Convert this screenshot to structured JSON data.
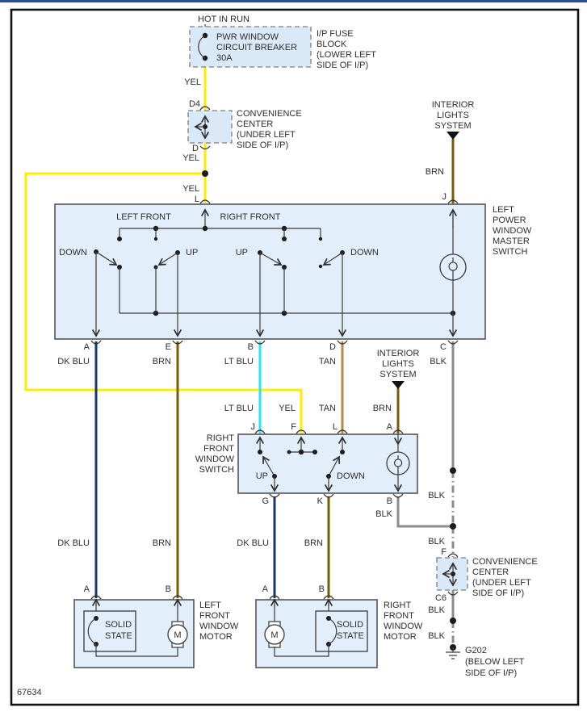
{
  "page": {
    "diagram_number": "67634"
  },
  "colors": {
    "box_fill": "#e3eefb",
    "dash_box_fill": "#d9e9f8",
    "yel": "#ffec00",
    "brn": "#7a5c04",
    "dk_blu": "#1b3570",
    "lt_blu": "#29e2fb",
    "tan": "#b08d4a",
    "blk": "#8c8c8c"
  },
  "labels": {
    "hot_in_run": "HOT IN RUN",
    "fuse_block": {
      "breaker": [
        "PWR WINDOW",
        "CIRCUIT BREAKER",
        "30A"
      ],
      "name": [
        "I/P FUSE",
        "BLOCK",
        "(LOWER LEFT",
        "SIDE OF I/P)"
      ]
    },
    "conv_center": {
      "name": [
        "CONVENIENCE",
        "CENTER",
        "(UNDER LEFT",
        "SIDE OF I/P)"
      ]
    },
    "interior_lights": [
      "INTERIOR",
      "LIGHTS",
      "SYSTEM"
    ],
    "master_switch": {
      "name": [
        "LEFT",
        "POWER",
        "WINDOW",
        "MASTER",
        "SWITCH"
      ],
      "left_front": "LEFT FRONT",
      "right_front": "RIGHT FRONT",
      "down": "DOWN",
      "up": "UP"
    },
    "rfws": {
      "name": [
        "RIGHT",
        "FRONT",
        "WINDOW",
        "SWITCH"
      ],
      "up": "UP",
      "down": "DOWN"
    },
    "left_motor": {
      "name": [
        "LEFT",
        "FRONT",
        "WINDOW",
        "MOTOR"
      ]
    },
    "right_motor": {
      "name": [
        "RIGHT",
        "FRONT",
        "WINDOW",
        "MOTOR"
      ]
    },
    "solid_state": [
      "SOLID",
      "STATE"
    ],
    "motor_m": "M",
    "ground": {
      "id": "G202",
      "loc": [
        "(BELOW LEFT",
        "SIDE OF I/P)"
      ]
    },
    "wire": {
      "yel": "YEL",
      "brn": "BRN",
      "dk_blu": "DK BLU",
      "lt_blu": "LT BLU",
      "tan": "TAN",
      "blk": "BLK"
    },
    "terminals": {
      "d4": "D4",
      "d": "D",
      "l": "L",
      "j": "J",
      "a": "A",
      "e": "E",
      "b": "B",
      "c": "C",
      "f": "F",
      "g": "G",
      "k": "K",
      "c6": "C6"
    }
  }
}
